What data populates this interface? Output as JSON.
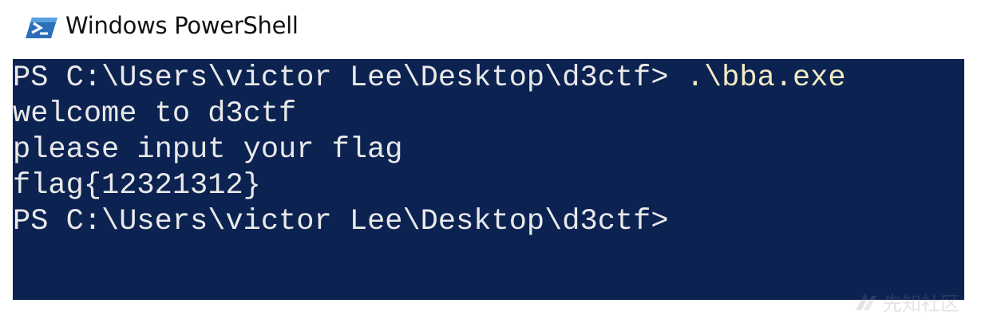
{
  "window": {
    "title": "Windows PowerShell",
    "icon": "powershell-icon"
  },
  "console": {
    "background_color": "#0c2352",
    "text_color": "#e9e9e9",
    "command_color": "#f3ecc2",
    "lines": [
      {
        "prompt": "PS C:\\Users\\victor Lee\\Desktop\\d3ctf> ",
        "command": ".\\bba.exe"
      },
      {
        "prompt": "welcome to d3ctf",
        "command": ""
      },
      {
        "prompt": "please input your flag",
        "command": ""
      },
      {
        "prompt": "flag{12321312}",
        "command": ""
      },
      {
        "prompt": "PS C:\\Users\\victor Lee\\Desktop\\d3ctf>",
        "command": ""
      }
    ]
  },
  "watermark": {
    "text": "先知社区",
    "icon": "xianzhi-logo-icon"
  }
}
